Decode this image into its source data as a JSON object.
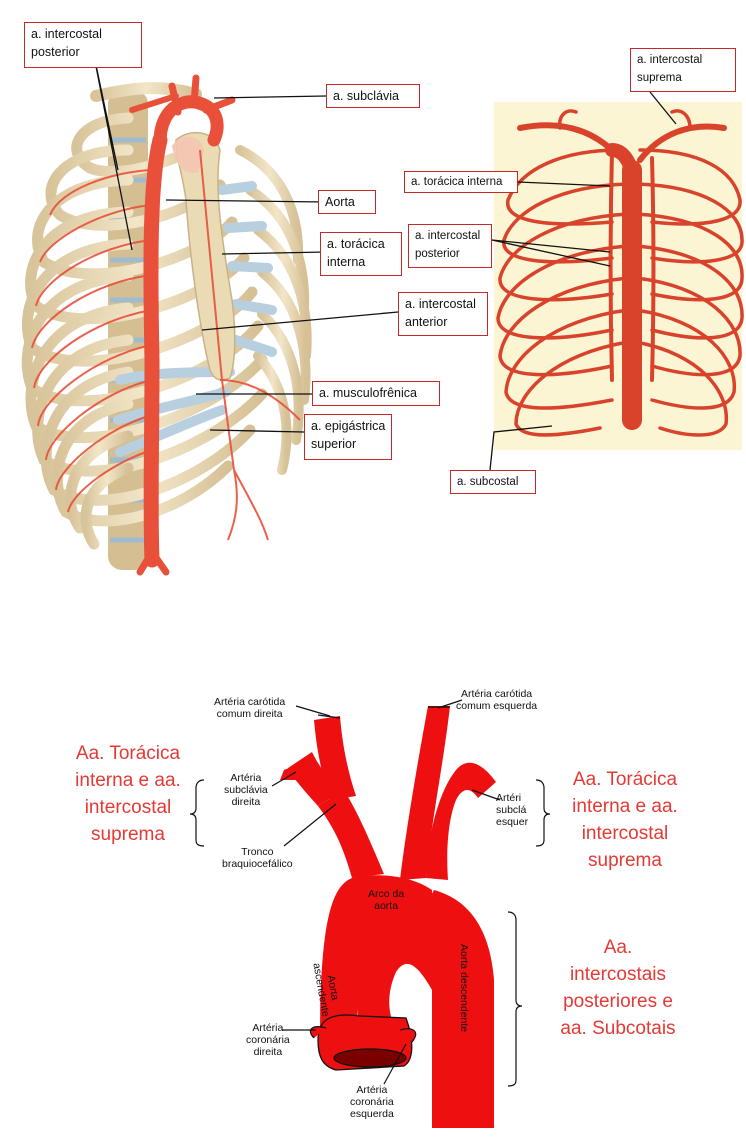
{
  "top_left_labels": {
    "intercostal_posterior": [
      "a. intercostal",
      "posterior"
    ],
    "subclavia": "a. subclávia",
    "aorta": "Aorta",
    "toracica_interna": [
      "a. torácica",
      "interna"
    ],
    "intercostal_anterior": [
      "a. intercostal",
      "anterior"
    ],
    "musculofrenica": "a. musculofrênica",
    "epigastrica_superior": [
      "a. epigástrica",
      "superior"
    ]
  },
  "top_right_labels": {
    "intercostal_suprema": [
      "a. intercostal",
      "suprema"
    ],
    "toracica_interna": "a. torácica interna",
    "intercostal_posterior": [
      "a. intercostal",
      "posterior"
    ],
    "subcostal": "a. subcostal"
  },
  "arch_labels": {
    "carotida_direita": [
      "Artéria carótida",
      "comum direita"
    ],
    "carotida_esquerda": [
      "Artéria carótida",
      "comum esquerda"
    ],
    "subclavia_direita": [
      "Artéria",
      "subclávia",
      "direita"
    ],
    "subclavia_esquerda": [
      "Artéri",
      "subclá",
      "esquer"
    ],
    "tronco": [
      "Tronco",
      "braquiocefálico"
    ],
    "arco": [
      "Arco da",
      "aorta"
    ],
    "ascendente": [
      "Aorta",
      "ascendente"
    ],
    "descendente": "Aorta descendente",
    "coronaria_direita": [
      "Artéria",
      "coronária",
      "direita"
    ],
    "coronaria_esquerda": [
      "Artéria",
      "coronária",
      "esquerda"
    ]
  },
  "notes": {
    "left": [
      "Aa. Torácica",
      "interna e aa.",
      "intercostal",
      "suprema"
    ],
    "right": [
      "Aa. Torácica",
      "interna e aa.",
      "intercostal",
      "suprema"
    ],
    "posteriores": [
      "Aa.",
      "intercostais",
      "posteriores e",
      "aa. Subcotais"
    ]
  },
  "colors": {
    "label_border": "#c62828",
    "note_text": "#e53935",
    "artery": "#e8503a",
    "arch_red": "#ee1010",
    "bone": "#ecdcb8",
    "cartilage": "#b8cfe0"
  }
}
